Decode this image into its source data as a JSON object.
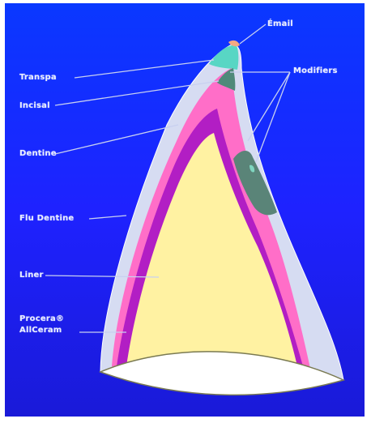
{
  "labels": {
    "enamel": "Émail",
    "transpa": "Transpa",
    "incisal": "Incisal",
    "dentine": "Dentine",
    "modifiers": "Modifiers",
    "flu_dentine": "Flu Dentine",
    "liner": "Liner",
    "procera_line1": "Procera®",
    "procera_line2": "AllCeram"
  },
  "colors": {
    "background": "#1a2eff",
    "enamel": "#d6dcf2",
    "dentine": "#ff6ec8",
    "liner": "#b21ec4",
    "core": "#fff2a2",
    "modifier": "#5a8478",
    "transpa": "#58d6c4",
    "leader": "#c8d0f0"
  }
}
